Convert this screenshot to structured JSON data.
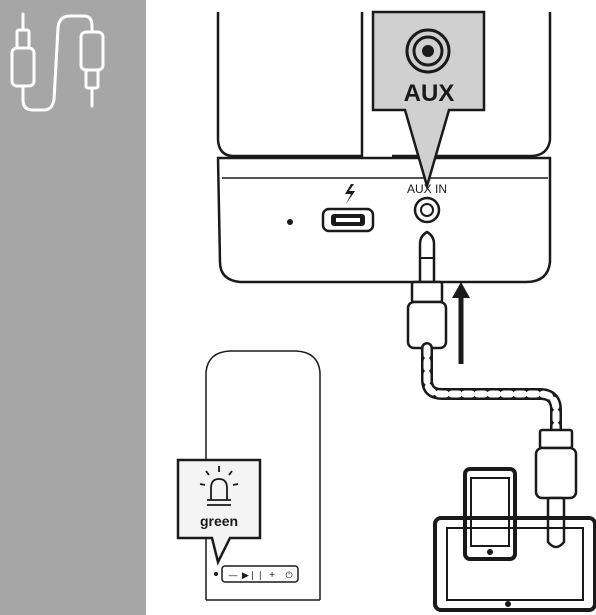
{
  "colors": {
    "sidebar": "#a6a6a6",
    "line": "#1a1a1a",
    "callout_fill": "#d0d0d0",
    "panel_fill": "#f4f4f4"
  },
  "aux_callout": {
    "label": "AUX",
    "icon": "aux-jack-icon"
  },
  "speaker_top": {
    "port_label": "AUX IN",
    "charge_icon": "lightning-bolt-icon",
    "usb_port": "micro-usb-port",
    "led_dot": "status-led-dot"
  },
  "led_callout": {
    "label": "green",
    "icon": "led-bulb-icon"
  },
  "speaker_front": {
    "button_symbols": [
      "—",
      "▶❘❘",
      "+",
      "⏻"
    ]
  },
  "sidebar_icon": "aux-cable-icon",
  "devices": [
    "smartphone-icon",
    "tablet-icon"
  ]
}
